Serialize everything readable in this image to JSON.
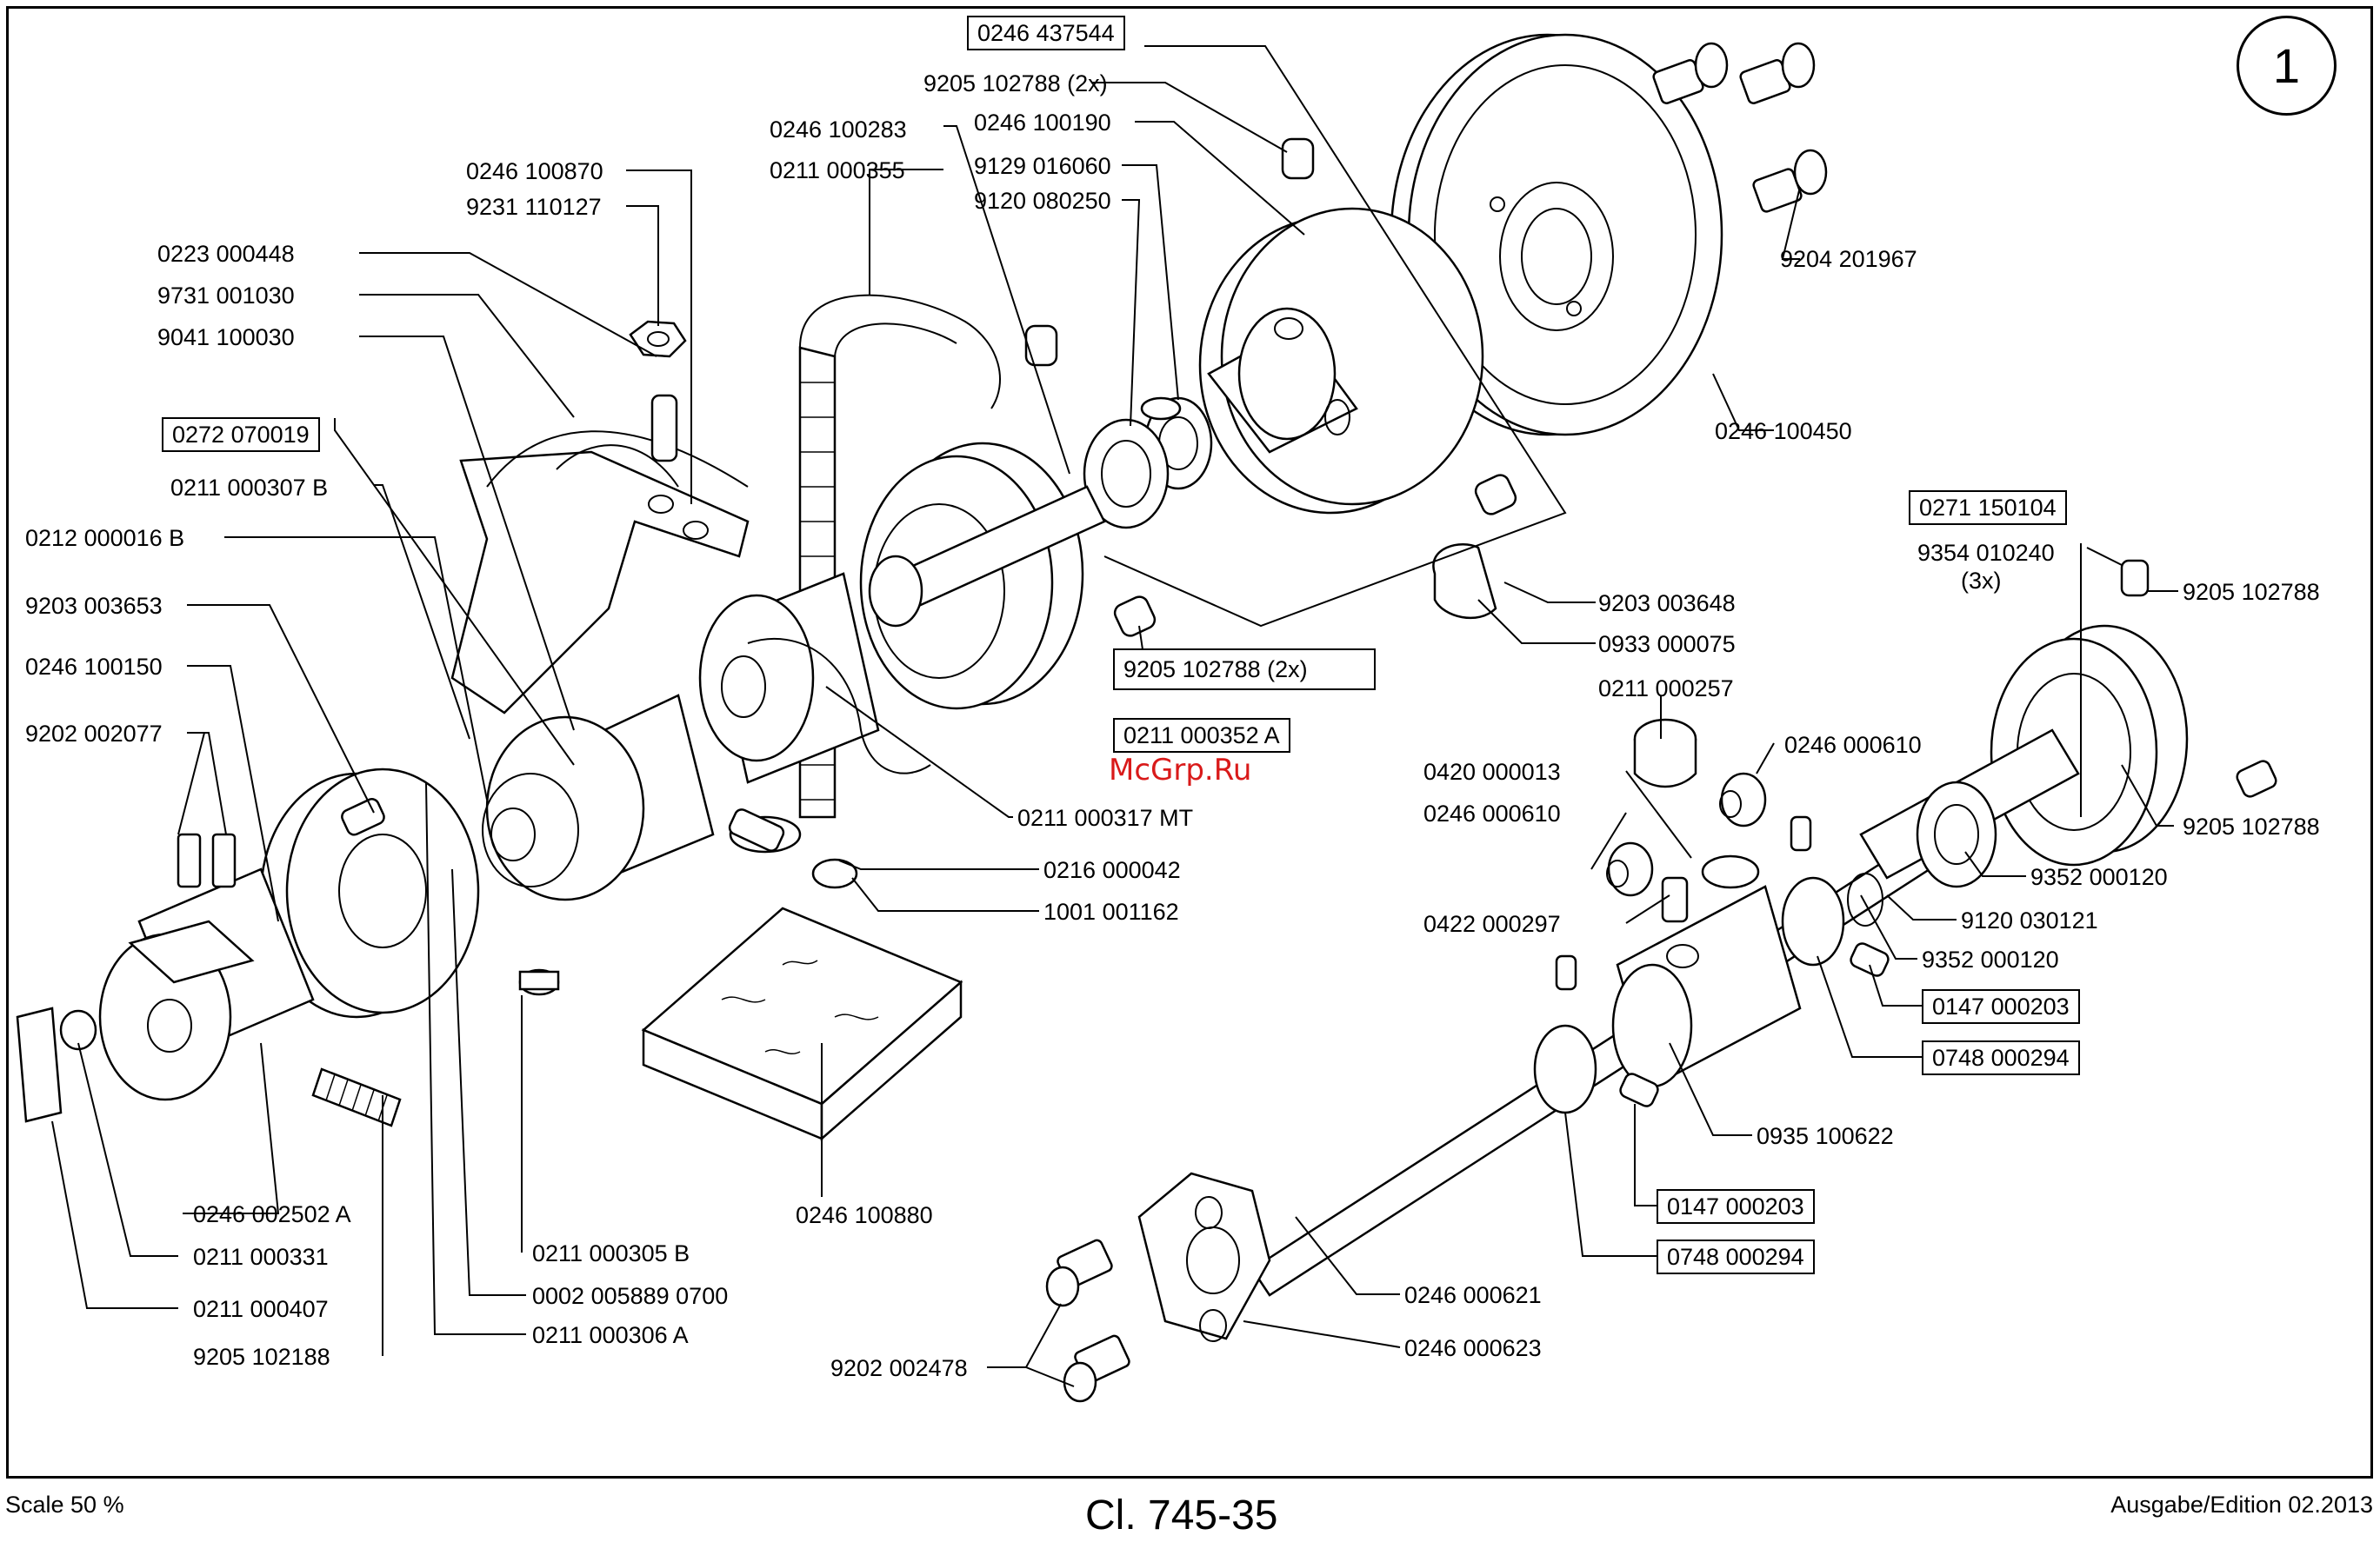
{
  "page_number": "1",
  "footer": {
    "scale": "Scale 50 %",
    "title": "Cl. 745-35",
    "edition": "Ausgabe/Edition 02.2013"
  },
  "watermark": "McGrp.Ru",
  "labels": {
    "l_0246437544": "0246 437544",
    "l_9205102788_2x_top": "9205 102788 (2x)",
    "l_0246100190": "0246 100190",
    "l_9129016060": "9129 016060",
    "l_9120080250": "9120 080250",
    "l_0246100283": "0246 100283",
    "l_0211000355": "0211 000355",
    "l_0246100870": "0246 100870",
    "l_9231110127": "9231 110127",
    "l_0223000448": "0223 000448",
    "l_9731001030": "9731 001030",
    "l_9041100030": "9041 100030",
    "l_0272070019": "0272 070019",
    "l_0211000307B": "0211 000307 B",
    "l_0212000016B": "0212 000016 B",
    "l_9203003653": "9203 003653",
    "l_0246100150": "0246 100150",
    "l_9202002077": "9202 002077",
    "l_9204201967": "9204 201967",
    "l_0246100450": "0246 100450",
    "l_0271150104": "0271 150104",
    "l_9354010240": "9354 010240",
    "l_3x": "(3x)",
    "l_9205102788_r1": "9205 102788",
    "l_9203003648": "9203 003648",
    "l_0933000075": "0933 000075",
    "l_9205102788_2x_mid": "9205 102788 (2x)",
    "l_0211000352A": "0211 000352 A",
    "l_0211000257": "0211 000257",
    "l_0246000610_r": "0246 000610",
    "l_0420000013": "0420 000013",
    "l_0246000610_l": "0246 000610",
    "l_0422000297": "0422 000297",
    "l_9205102788_r2": "9205 102788",
    "l_9352000120_a": "9352 000120",
    "l_9120030121": "9120 030121",
    "l_9352000120_b": "9352 000120",
    "l_0147000203_a": "0147 000203",
    "l_0748000294_a": "0748 000294",
    "l_0935100622": "0935 100622",
    "l_0147000203_b": "0147 000203",
    "l_0748000294_b": "0748 000294",
    "l_0246000621": "0246 000621",
    "l_0246000623": "0246 000623",
    "l_9202002478": "9202 002478",
    "l_0211000317MT": "0211 000317 MT",
    "l_0216000042": "0216 000042",
    "l_1001001162": "1001 001162",
    "l_0246100880": "0246 100880",
    "l_0211000305B": "0211 000305 B",
    "l_0002005889": "0002 005889 0700",
    "l_0211000306A": "0211 000306 A",
    "l_0246002502A": "0246 002502 A",
    "l_0211000331": "0211 000331",
    "l_0211000407": "0211 000407",
    "l_9205102188": "9205 102188"
  }
}
